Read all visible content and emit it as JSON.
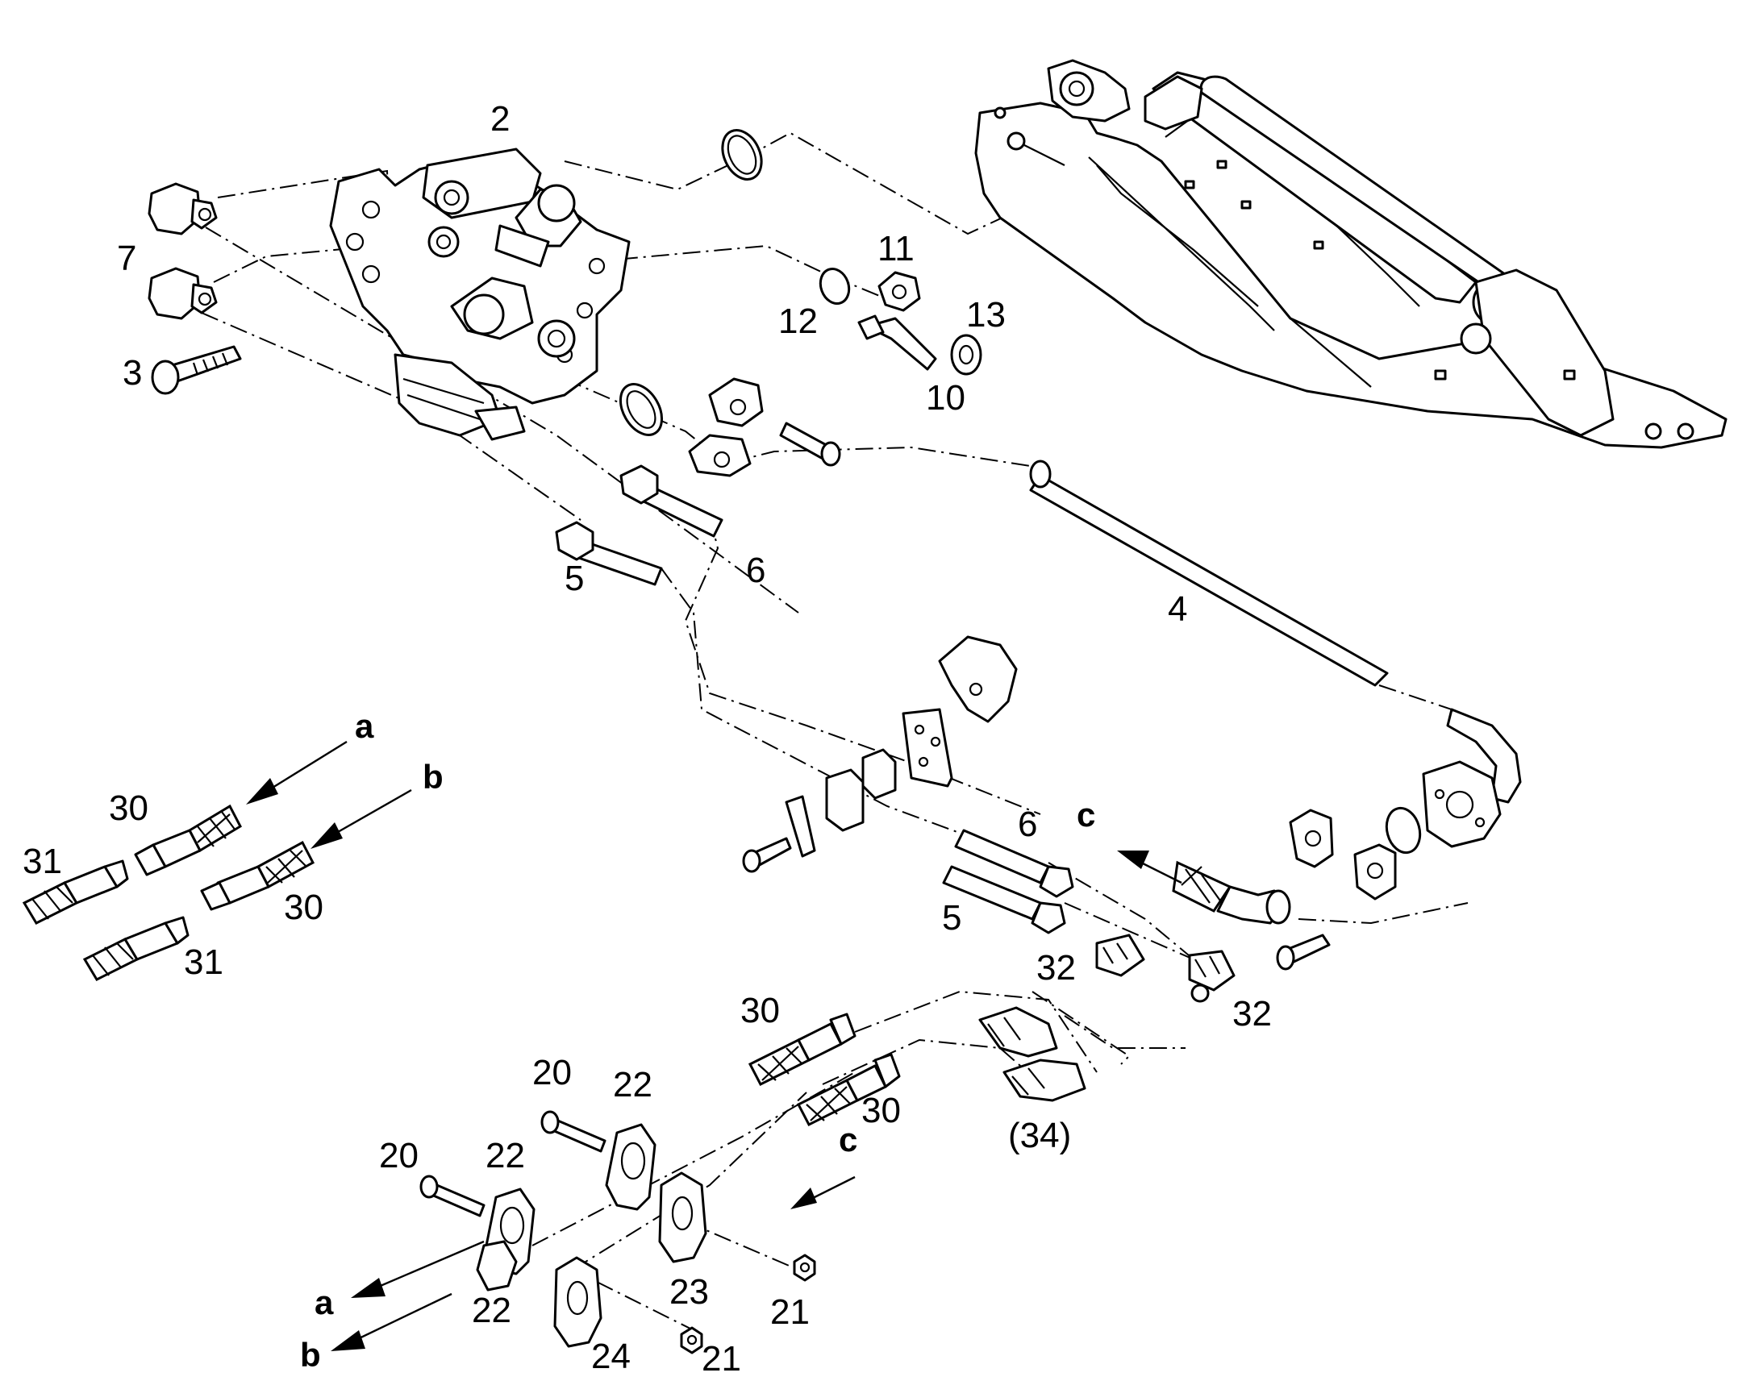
{
  "labels": [
    {
      "id": "2",
      "text": "2"
    },
    {
      "id": "7",
      "text": "7"
    },
    {
      "id": "3",
      "text": "3"
    },
    {
      "id": "11",
      "text": "11"
    },
    {
      "id": "12",
      "text": "12"
    },
    {
      "id": "13",
      "text": "13"
    },
    {
      "id": "10",
      "text": "10"
    },
    {
      "id": "5a",
      "text": "5"
    },
    {
      "id": "6a",
      "text": "6"
    },
    {
      "id": "4",
      "text": "4"
    },
    {
      "id": "a1",
      "text": "a"
    },
    {
      "id": "b1",
      "text": "b"
    },
    {
      "id": "30a",
      "text": "30"
    },
    {
      "id": "31a",
      "text": "31"
    },
    {
      "id": "30b",
      "text": "30"
    },
    {
      "id": "31b",
      "text": "31"
    },
    {
      "id": "c1",
      "text": "c"
    },
    {
      "id": "6b",
      "text": "6"
    },
    {
      "id": "5b",
      "text": "5"
    },
    {
      "id": "32a",
      "text": "32"
    },
    {
      "id": "32b",
      "text": "32"
    },
    {
      "id": "30c",
      "text": "30"
    },
    {
      "id": "30d",
      "text": "30"
    },
    {
      "id": "20a",
      "text": "20"
    },
    {
      "id": "22a",
      "text": "22"
    },
    {
      "id": "34",
      "text": "(34)"
    },
    {
      "id": "20b",
      "text": "20"
    },
    {
      "id": "22b",
      "text": "22"
    },
    {
      "id": "c2",
      "text": "c"
    },
    {
      "id": "23",
      "text": "23"
    },
    {
      "id": "21a",
      "text": "21"
    },
    {
      "id": "a2",
      "text": "a"
    },
    {
      "id": "22c",
      "text": "22"
    },
    {
      "id": "b2",
      "text": "b"
    },
    {
      "id": "24",
      "text": "24"
    },
    {
      "id": "21b",
      "text": "21"
    }
  ]
}
